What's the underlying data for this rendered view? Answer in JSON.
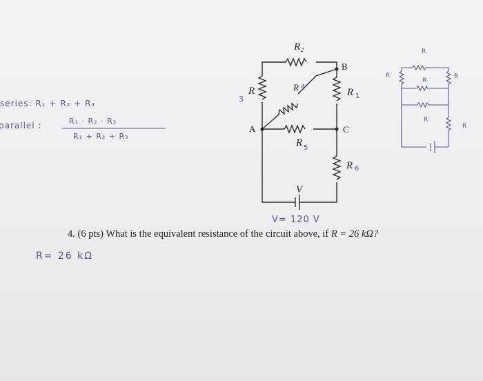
{
  "handwritten": {
    "series": "series: R₁ + R₂ + R₃",
    "parallel": "parallel :",
    "parallel_numerator": "R₁ · R₂ · R₃",
    "parallel_denominator": "R₁ + R₂ + R₃",
    "r_value": "R= 26 kΩ",
    "voltage": "V= 120 V",
    "label_3": "3",
    "r1_subscript": "1",
    "r4_subscript": "4",
    "r6_subscript": "6",
    "sketch_r": "R"
  },
  "circuit": {
    "r2": "R₂",
    "r": "R",
    "r1": "R",
    "r4": "R",
    "r5": "R",
    "r5_subscript": "5",
    "r6": "R",
    "v": "V",
    "node_a": "A",
    "node_b": "B",
    "node_c": "C"
  },
  "question": {
    "number": "4.",
    "points": "(6 pts)",
    "text": "What is the equivalent resistance of the circuit above, if",
    "condition": "R = 26 kΩ?"
  }
}
